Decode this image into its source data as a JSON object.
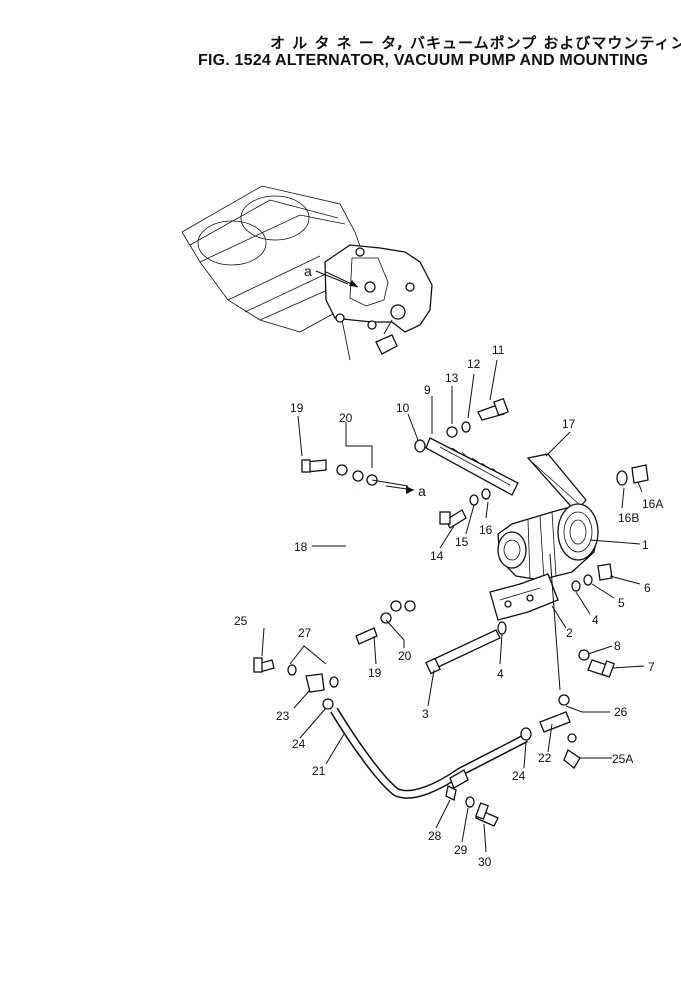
{
  "title": {
    "japanese": "オ ル タ ネ ー タ, バキュームポンプ およびマウンティング",
    "english": "FIG. 1524  ALTERNATOR, VACUUM PUMP AND MOUNTING"
  },
  "callouts": [
    {
      "id": "1",
      "text": "1"
    },
    {
      "id": "2",
      "text": "2"
    },
    {
      "id": "3",
      "text": "3"
    },
    {
      "id": "4a",
      "text": "4"
    },
    {
      "id": "4b",
      "text": "4"
    },
    {
      "id": "5",
      "text": "5"
    },
    {
      "id": "6",
      "text": "6"
    },
    {
      "id": "7",
      "text": "7"
    },
    {
      "id": "8",
      "text": "8"
    },
    {
      "id": "9",
      "text": "9"
    },
    {
      "id": "10",
      "text": "10"
    },
    {
      "id": "11",
      "text": "11"
    },
    {
      "id": "12",
      "text": "12"
    },
    {
      "id": "13",
      "text": "13"
    },
    {
      "id": "14",
      "text": "14"
    },
    {
      "id": "15",
      "text": "15"
    },
    {
      "id": "16",
      "text": "16"
    },
    {
      "id": "16A",
      "text": "16A"
    },
    {
      "id": "16B",
      "text": "16B"
    },
    {
      "id": "17",
      "text": "17"
    },
    {
      "id": "18",
      "text": "18"
    },
    {
      "id": "19a",
      "text": "19"
    },
    {
      "id": "19b",
      "text": "19"
    },
    {
      "id": "20a",
      "text": "20"
    },
    {
      "id": "20b",
      "text": "20"
    },
    {
      "id": "21",
      "text": "21"
    },
    {
      "id": "22",
      "text": "22"
    },
    {
      "id": "23",
      "text": "23"
    },
    {
      "id": "24a",
      "text": "24"
    },
    {
      "id": "24b",
      "text": "24"
    },
    {
      "id": "25",
      "text": "25"
    },
    {
      "id": "25A",
      "text": "25A"
    },
    {
      "id": "26",
      "text": "26"
    },
    {
      "id": "27",
      "text": "27"
    },
    {
      "id": "28",
      "text": "28"
    },
    {
      "id": "29",
      "text": "29"
    },
    {
      "id": "30",
      "text": "30"
    },
    {
      "id": "a1",
      "text": "a"
    },
    {
      "id": "a2",
      "text": "a"
    }
  ]
}
